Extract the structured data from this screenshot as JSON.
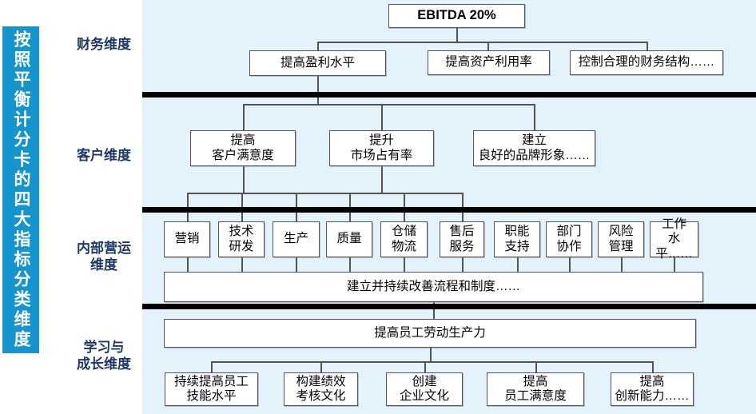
{
  "title_bar": {
    "text": "按照平衡计分卡的四大指标分类维度"
  },
  "dimensions": {
    "financial": "财务维度",
    "customer": "客户维度",
    "internal": "内部营运\n维度",
    "learning": "学习与\n成长维度"
  },
  "financial": {
    "root": "EBITDA 20%",
    "profit": "提高盈利水平",
    "asset": "提高资产利用率",
    "structure": "控制合理的财务结构……"
  },
  "customer": {
    "satisfaction": "提高\n客户满意度",
    "market_share": "提升\n市场占有率",
    "brand": "建立\n良好的品牌形象……"
  },
  "internal": {
    "functions": [
      "营销",
      "技术\n研发",
      "生产",
      "质量",
      "仓储\n物流",
      "售后\n服务",
      "职能\n支持",
      "部门\n协作",
      "风险\n管理",
      "工作\n水平……"
    ],
    "foundation": "建立并持续改善流程和制度……"
  },
  "learning": {
    "root": "提高员工劳动生产力",
    "children": [
      "持续提高员工\n技能水平",
      "构建绩效\n考核文化",
      "创建\n企业文化",
      "提高\n员工满意度",
      "提高\n创新能力……"
    ]
  },
  "colors": {
    "bar_blue": "#1594ce",
    "panel_blue": "#e4f2fb",
    "label_navy": "#1f3864",
    "divider_black": "#000000",
    "line_gray": "#545454"
  }
}
